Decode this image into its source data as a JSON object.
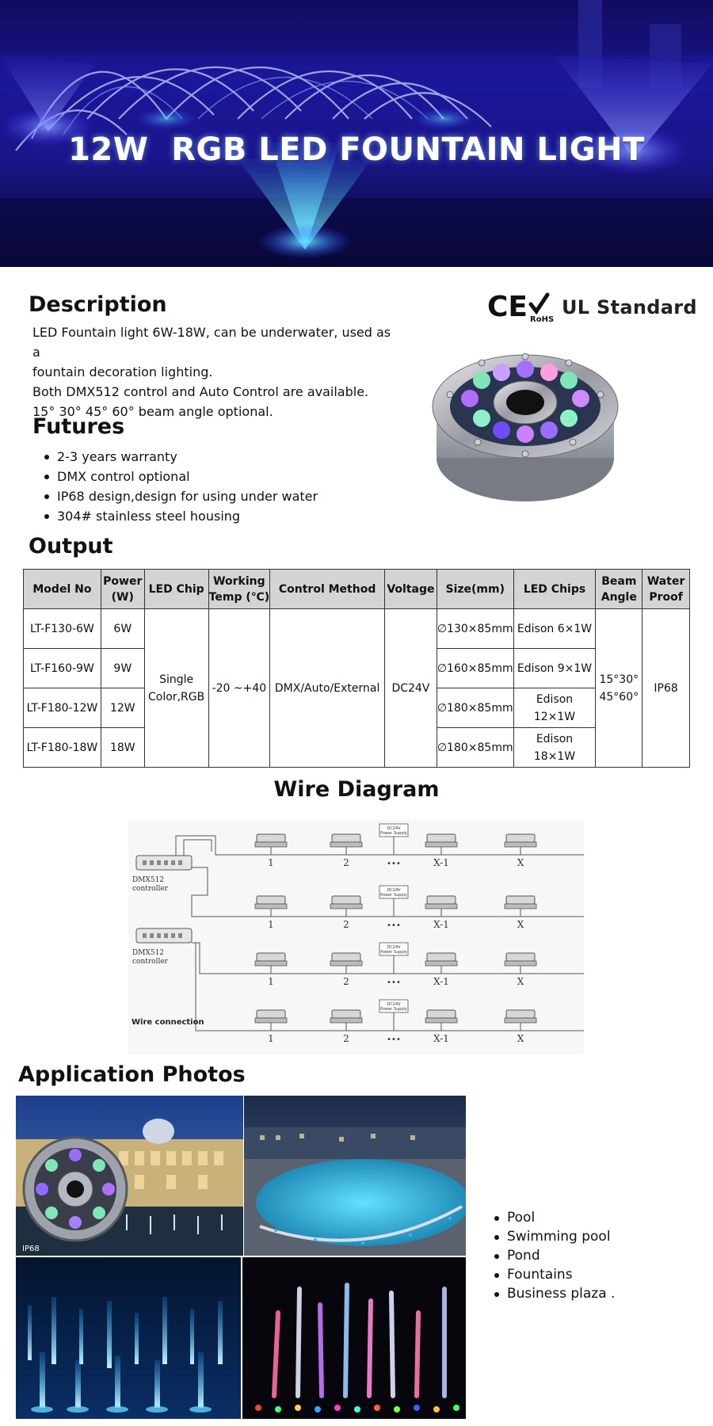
{
  "hero": {
    "title": "12W  RGB LED FOUNTAIN LIGHT"
  },
  "description": {
    "heading": "Description",
    "lines": [
      "LED Fountain light 6W-18W, can be underwater,  used as a",
      "fountain decoration lighting.",
      "Both DMX512 control and Auto Control are available.",
      "15° 30° 45° 60°  beam angle optional."
    ]
  },
  "certifications": {
    "ce": "CE",
    "rohs": "RoHS",
    "ul": "UL Standard"
  },
  "futures": {
    "heading": "Futures",
    "items": [
      "2-3 years warranty",
      "DMX control optional",
      "IP68 design,design for using under water",
      "304# stainless steel housing"
    ]
  },
  "output": {
    "heading": "Output",
    "headers": [
      "Model No",
      "Power (W)",
      "LED Chip",
      "Working Temp (℃)",
      "Control Method",
      "Voltage",
      "Size(mm)",
      "LED Chips",
      "Beam Angle",
      "Water Proof"
    ],
    "rows": [
      {
        "model": "LT-F130-6W",
        "power": "6W",
        "size": "∅130×85mm",
        "chips": "Edison 6×1W"
      },
      {
        "model": "LT-F160-9W",
        "power": "9W",
        "size": "∅160×85mm",
        "chips": "Edison 9×1W"
      },
      {
        "model": "LT-F180-12W",
        "power": "12W",
        "size": "∅180×85mm",
        "chips": "Edison 12×1W"
      },
      {
        "model": "LT-F180-18W",
        "power": "18W",
        "size": "∅180×85mm",
        "chips": "Edison 18×1W"
      }
    ],
    "shared": {
      "led_chip": "Single Color,RGB",
      "temp": "-20 ~+40",
      "control": "DMX/Auto/External",
      "voltage": "DC24V",
      "beam": "15°30° 45°60°",
      "waterproof": "IP68"
    }
  },
  "wire_diagram": {
    "heading": "Wire Diagram",
    "controller_label": "DMX512",
    "controller_label2": "controller",
    "power_label": "DC24V",
    "power_label2": "Power Supply",
    "node_labels": [
      "1",
      "2",
      "X-1",
      "X"
    ],
    "ellipsis": "•••",
    "connection_label": "Wire connection"
  },
  "application": {
    "heading": "Application Photos",
    "photo_badge": "IP68",
    "items": [
      "Pool",
      "Swimming pool",
      "Pond",
      "Fountains",
      "Business plaza ."
    ]
  }
}
